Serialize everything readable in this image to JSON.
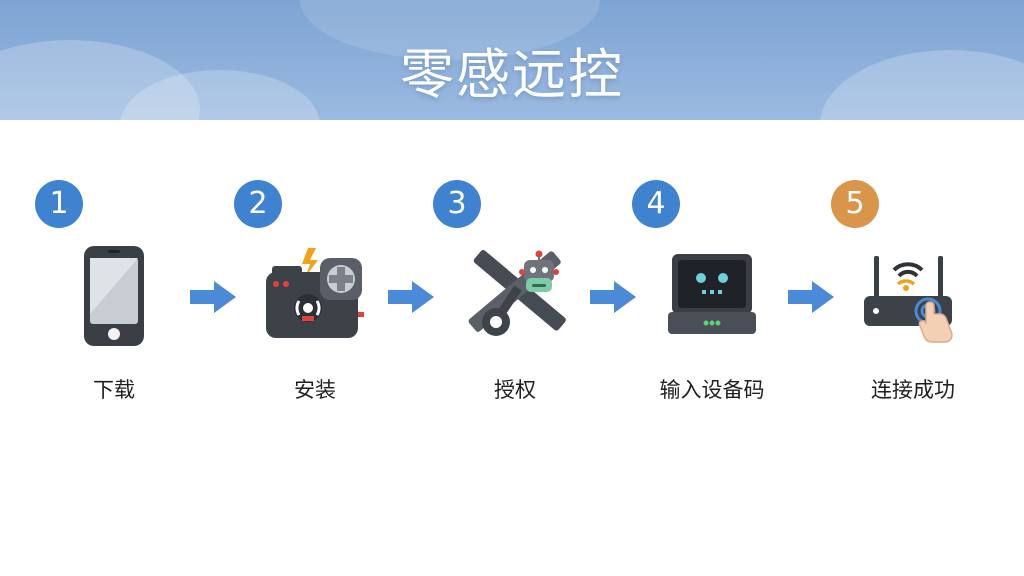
{
  "title": "零感远控",
  "steps": [
    {
      "number": "1",
      "label": "下载",
      "icon": "smartphone-icon",
      "badge_color": "#3f82cf"
    },
    {
      "number": "2",
      "label": "安装",
      "icon": "gamepad-install-icon",
      "badge_color": "#3f82cf"
    },
    {
      "number": "3",
      "label": "授权",
      "icon": "robot-key-icon",
      "badge_color": "#3f82cf"
    },
    {
      "number": "4",
      "label": "输入设备码",
      "icon": "device-screen-icon",
      "badge_color": "#3f82cf"
    },
    {
      "number": "5",
      "label": "连接成功",
      "icon": "router-touch-icon",
      "badge_color": "#d9964a"
    }
  ],
  "arrow_color": "#4a8ad6"
}
